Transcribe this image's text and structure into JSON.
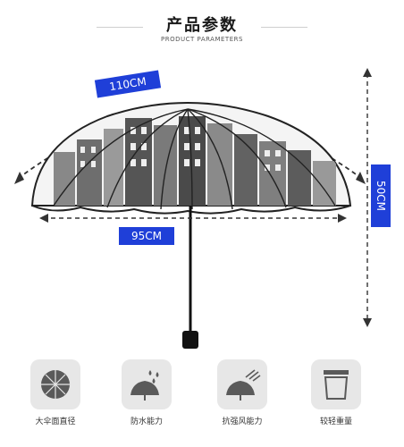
{
  "header": {
    "title": "产品参数",
    "subtitle": "PRODUCT PARAMETERS"
  },
  "dimensions": {
    "canopy_width": "110CM",
    "inner_span": "95CM",
    "height": "50CM"
  },
  "colors": {
    "accent": "#1f3fd8",
    "icon_bg": "#e7e7e7",
    "icon_fg": "#5a5a5a"
  },
  "features": [
    {
      "label": "大伞面直径",
      "icon": "umbrella-top-view-icon"
    },
    {
      "label": "防水能力",
      "icon": "rain-umbrella-icon"
    },
    {
      "label": "抗强风能力",
      "icon": "wind-umbrella-icon"
    },
    {
      "label": "较轻重量",
      "icon": "weight-icon"
    }
  ]
}
